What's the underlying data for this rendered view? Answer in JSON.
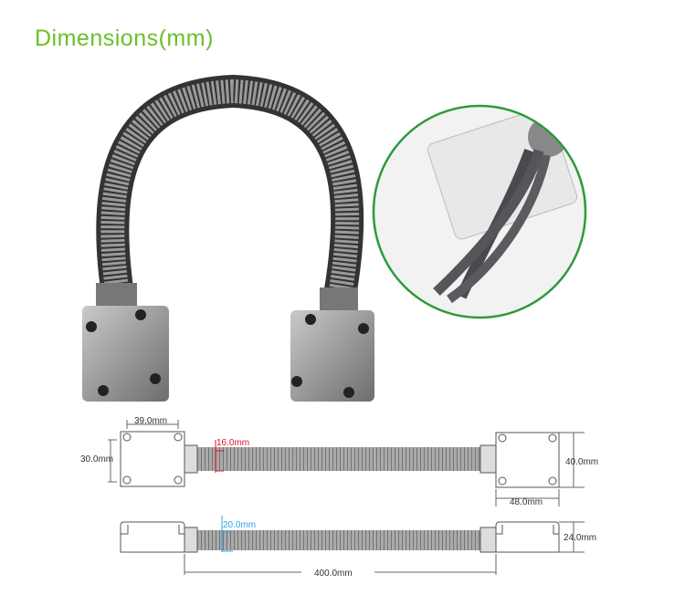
{
  "title": "Dimensions(mm)",
  "dimensions": {
    "box_width": "39.0mm",
    "box_height": "30.0mm",
    "hose_outer_top": "16.0mm",
    "box_height_right": "40.0mm",
    "box_width_right": "48.0mm",
    "hose_outer_side": "20.0mm",
    "box_depth": "24.0mm",
    "total_length": "400.0mm"
  },
  "colors": {
    "title": "#6cbf2a",
    "circle": "#2e9a3a",
    "red_dim": "#e0102a",
    "blue_dim": "#2aa5e0"
  }
}
